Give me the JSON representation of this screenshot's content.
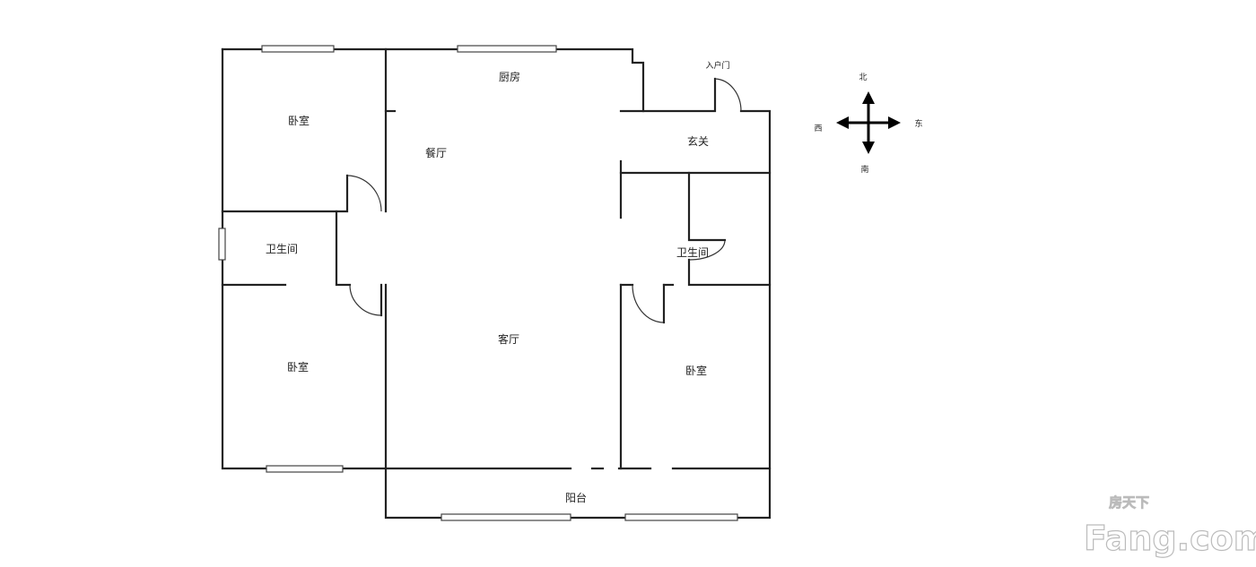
{
  "rooms": {
    "bedroom_nw": "卧室",
    "kitchen": "厨房",
    "dining": "餐厅",
    "entrance_hall": "玄关",
    "entry_door": "入户门",
    "bathroom_west": "卫生间",
    "bathroom_east": "卫生间",
    "living_room": "客厅",
    "bedroom_sw": "卧室",
    "bedroom_se": "卧室",
    "balcony": "阳台"
  },
  "compass": {
    "north": "北",
    "south": "南",
    "east": "东",
    "west": "西"
  },
  "watermark": {
    "brand_cn": "房天下",
    "brand_en": "Fang.com"
  }
}
